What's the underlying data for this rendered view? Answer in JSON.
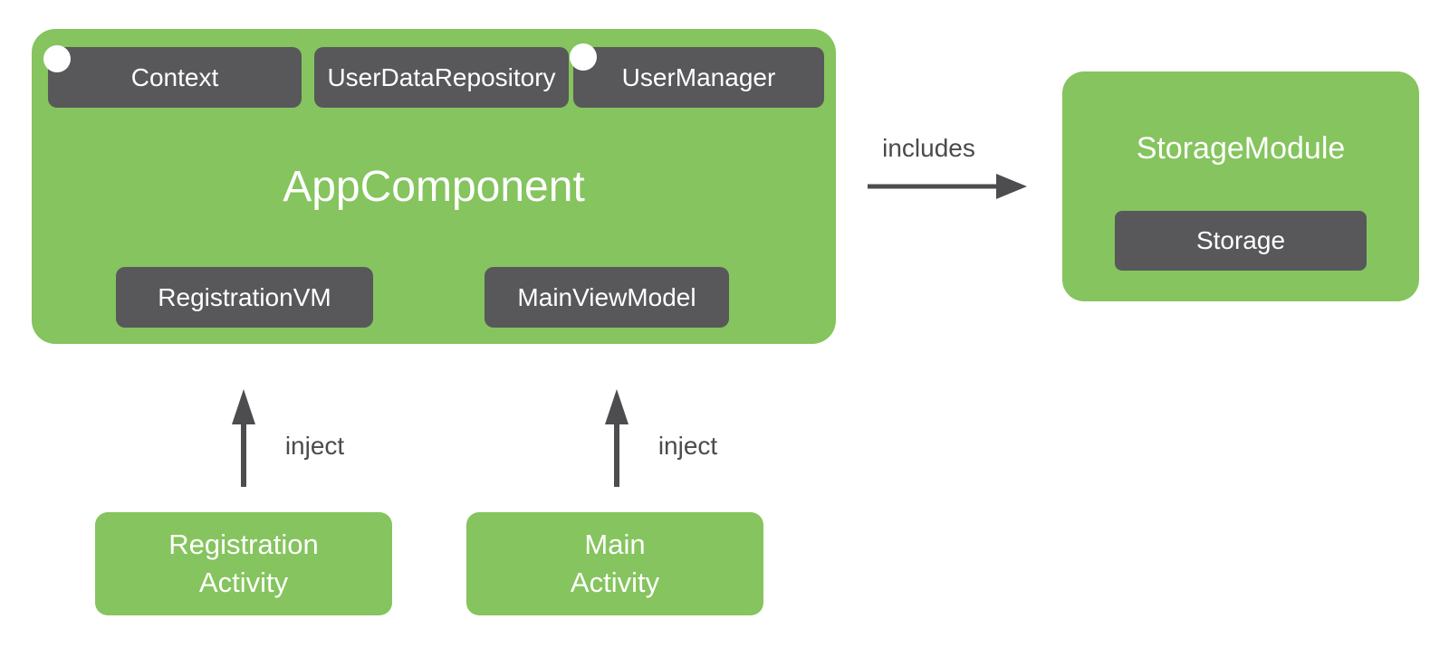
{
  "colors": {
    "green": "#85c45e",
    "dark_gray": "#58585a",
    "arrow_gray": "#4d4d4f",
    "label_gray": "#4b4b4d",
    "text_white": "#ffffff"
  },
  "app_component": {
    "title": "AppComponent",
    "dependencies": [
      {
        "label": "Context",
        "has_dot": true
      },
      {
        "label": "UserDataRepository",
        "has_dot": false
      },
      {
        "label": "UserManager",
        "has_dot": true
      }
    ],
    "viewmodels": [
      {
        "label": "RegistrationVM"
      },
      {
        "label": "MainViewModel"
      }
    ]
  },
  "storage_module": {
    "title": "StorageModule",
    "binding": {
      "label": "Storage"
    }
  },
  "edges": {
    "includes": "includes",
    "inject_registration": "inject",
    "inject_main": "inject"
  },
  "activities": [
    {
      "line1": "Registration",
      "line2": "Activity"
    },
    {
      "line1": "Main",
      "line2": "Activity"
    }
  ]
}
